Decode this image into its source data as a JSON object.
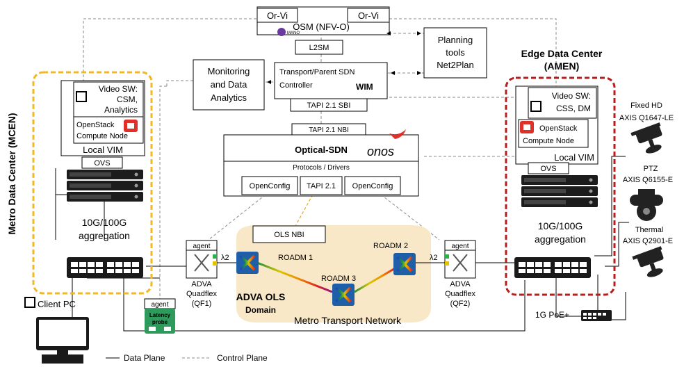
{
  "mcen": {
    "vertical_title": "Metro Data Center (MCEN)",
    "video_sw": [
      "Video SW:",
      "CSM,",
      "Analytics"
    ],
    "openstack": [
      "OpenStack",
      "Compute Node"
    ],
    "local_vim": "Local VIM",
    "ovs": "OVS",
    "aggregation": [
      "10G/100G",
      "aggregation"
    ]
  },
  "amen": {
    "title": [
      "Edge Data Center",
      "(AMEN)"
    ],
    "video_sw": [
      "Video SW:",
      "CSS, DM"
    ],
    "openstack": [
      "OpenStack",
      "Compute Node"
    ],
    "local_vim": "Local VIM",
    "ovs": "OVS",
    "aggregation": [
      "10G/100G",
      "aggregation"
    ]
  },
  "osm": {
    "or_vi_left": "Or-Vi",
    "or_vi_right": "Or-Vi",
    "title": "OSM (NFV-O)",
    "mano_logo": "MANO",
    "l2sm": "L2SM"
  },
  "planning": [
    "Planning",
    "tools",
    "Net2Plan"
  ],
  "monitoring": [
    "Monitoring",
    "and Data",
    "Analytics"
  ],
  "wim": {
    "line1": "Transport/Parent SDN",
    "line2": "Controller",
    "tag": "WIM",
    "sbi": "TAPI 2.1 SBI"
  },
  "optical_sdn": {
    "nbi": "TAPI 2.1 NBI",
    "title": "Optical-SDN",
    "onos_logo": "onos",
    "protocols": "Protocols / Drivers",
    "drivers": [
      "OpenConfig",
      "TAPI 2.1",
      "OpenConfig"
    ]
  },
  "ols": {
    "nbi": "OLS NBI",
    "roadm1": "ROADM 1",
    "roadm2": "ROADM 2",
    "roadm3": "ROADM 3",
    "domain": [
      "ADVA OLS",
      "Domain"
    ],
    "network": "Metro Transport Network"
  },
  "qf1": {
    "agent": "agent",
    "lambda": "λ2",
    "label": [
      "ADVA",
      "Quadflex",
      "(QF1)"
    ]
  },
  "qf2": {
    "agent": "agent",
    "lambda": "λ2",
    "label": [
      "ADVA",
      "Quadflex",
      "(QF2)"
    ]
  },
  "probe": {
    "agent": "agent",
    "name": [
      "Latency",
      "probe"
    ]
  },
  "client_pc": "Client PC",
  "poe": "1G PoE+",
  "cameras": {
    "fixed": [
      "Fixed HD",
      "AXIS Q1647-LE"
    ],
    "ptz": [
      "PTZ",
      "AXIS Q6155-E"
    ],
    "thermal": [
      "Thermal",
      "AXIS Q2901-E"
    ]
  },
  "legend": {
    "data": "Data Plane",
    "control": "Control Plane"
  },
  "colors": {
    "mcen_border": "#f2b824",
    "amen_border": "#b41e1e",
    "ols_domain": "#f9e8c8",
    "probe": "#2e9a5c",
    "roadm": "#1f5fa8"
  }
}
